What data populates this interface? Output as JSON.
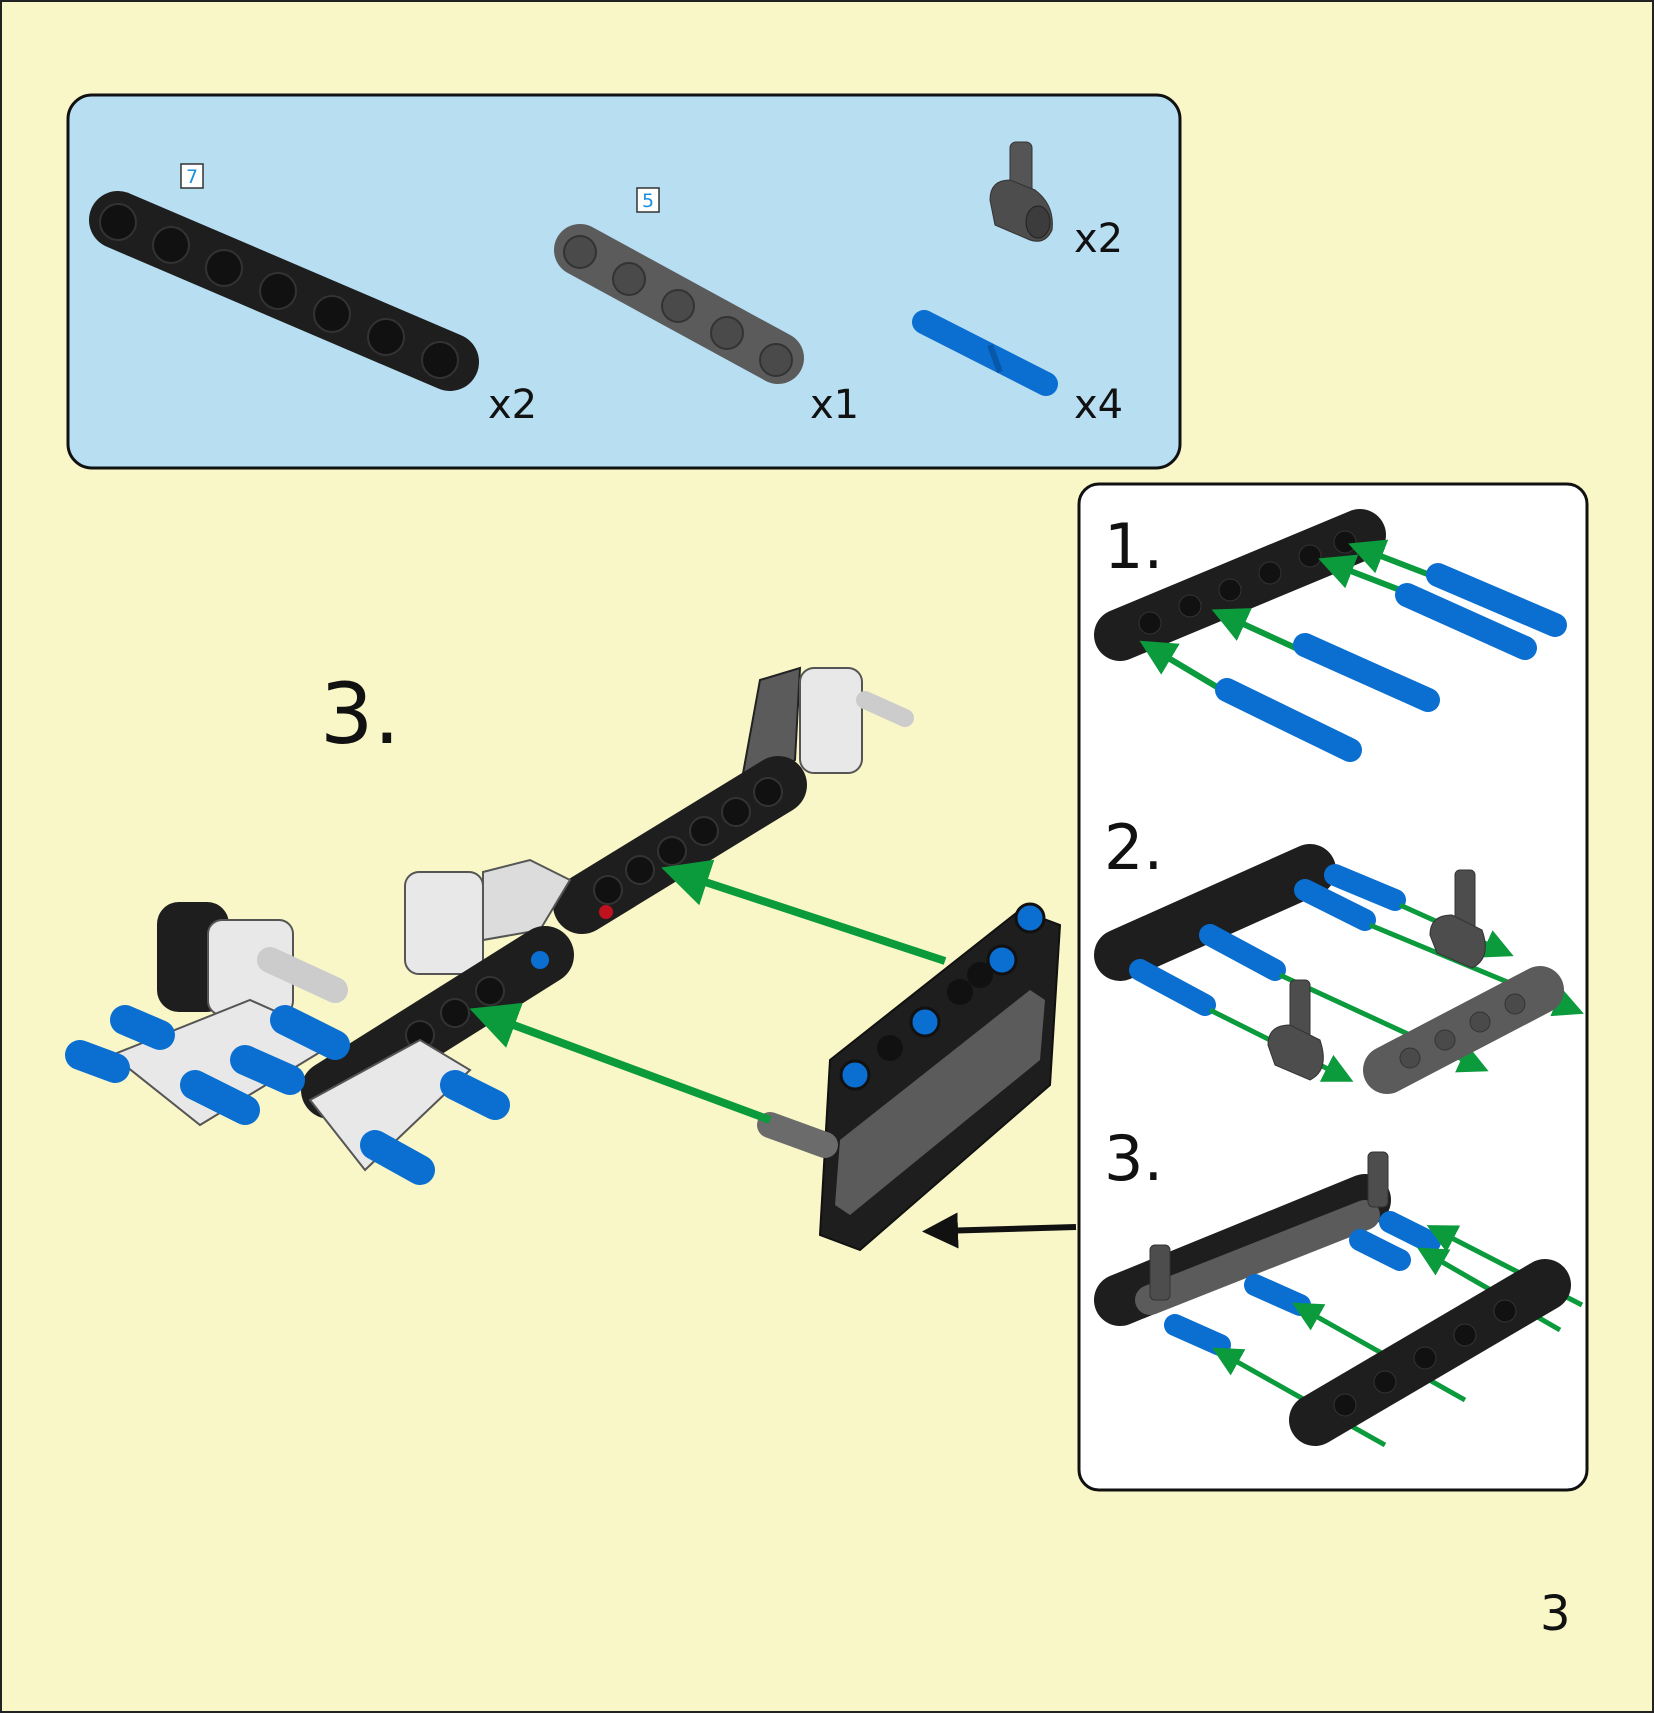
{
  "parts_list": {
    "items": [
      {
        "name": "beam",
        "length_label": "7",
        "quantity": "x2",
        "color": "#1e1e1e"
      },
      {
        "name": "beam",
        "length_label": "5",
        "quantity": "x1",
        "color": "#5b5b5b"
      },
      {
        "name": "pin-connector",
        "quantity": "x2",
        "color": "#4d4d4d"
      },
      {
        "name": "blue-pin",
        "quantity": "x4",
        "color": "#0a6fd1"
      }
    ],
    "background": "#b8def2"
  },
  "main_step": {
    "number": "3."
  },
  "sub_steps": [
    {
      "number": "1."
    },
    {
      "number": "2."
    },
    {
      "number": "3."
    }
  ],
  "page_number": "3",
  "colors": {
    "page": "#f9f7c7",
    "arrow": "#0b9a3c",
    "pin": "#0a6fd1"
  }
}
